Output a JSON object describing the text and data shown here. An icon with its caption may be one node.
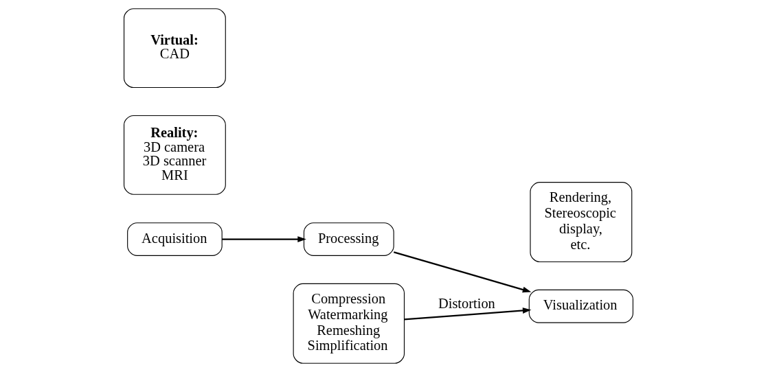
{
  "diagram": {
    "nodes": [
      {
        "text": [
          "Acquisition"
        ]
      },
      {
        "text": [
          "Processing"
        ]
      },
      {
        "text": [
          "Visualization"
        ]
      },
      {
        "text": [
          "Reality:",
          "3D camera 3D scanner MRI"
        ]
      },
      {
        "text": [
          "Virtual:",
          "CAD"
        ]
      },
      {
        "text": [
          "Compression Watermarking Remeshing Simplification"
        ]
      },
      {
        "text": [
          "Rendering, Stereoscopic display, etc."
        ]
      }
    ],
    "edges": [
      {
        "from": 0,
        "to": 1,
        "arrow": "to"
      },
      {
        "from": 1,
        "to": 2,
        "arrow": "to"
      },
      {
        "from": 5,
        "to": 2,
        "arrow": "to",
        "label": "Distortion"
      }
    ]
  }
}
